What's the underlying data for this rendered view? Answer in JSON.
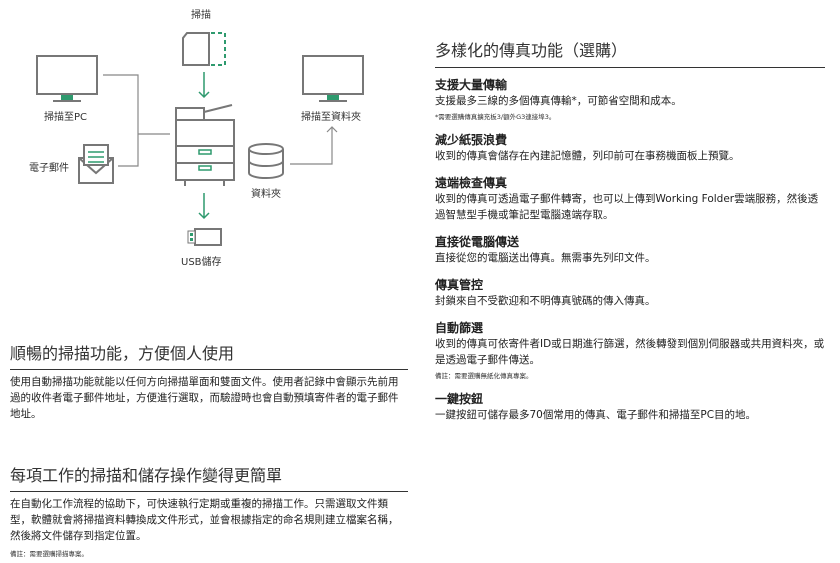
{
  "diagram": {
    "scan": "掃描",
    "scan_to_pc": "掃描至PC",
    "email": "電子郵件",
    "scan_to_folder": "掃描至資料夾",
    "folder": "資料夾",
    "usb": "USB儲存",
    "accent_color": "#2e9a6e"
  },
  "left_sections": [
    {
      "title": "順暢的掃描功能，方便個人使用",
      "body": "使用自動掃描功能就能以任何方向掃描單面和雙面文件。使用者記錄中會顯示先前用過的收件者電子郵件地址，方便進行選取，而驗證時也會自動預填寄件者的電子郵件地址。"
    },
    {
      "title": "每項工作的掃描和儲存操作變得更簡單",
      "body": "在自動化工作流程的協助下，可快速執行定期或重複的掃描工作。只需選取文件類型，軟體就會將掃描資料轉換成文件形式，並會根據指定的命名規則建立檔案名稱，然後將文件儲存到指定位置。",
      "note": "備註：需要選購掃描專案。"
    }
  ],
  "fax": {
    "title": "多樣化的傳真功能（選購）",
    "items": [
      {
        "heading": "支援大量傳輸",
        "body": "支援最多三線的多個傳真傳輸*，可節省空間和成本。",
        "note": "*需要選購傳真擴充板3/額外G3連接埠3。"
      },
      {
        "heading": "減少紙張浪費",
        "body": "收到的傳真會儲存在內建記憶體，列印前可在事務機面板上預覽。"
      },
      {
        "heading": "遠端檢查傳真",
        "body": "收到的傳真可透過電子郵件轉寄，也可以上傳到Working Folder雲端服務，然後透過智慧型手機或筆記型電腦遠端存取。"
      },
      {
        "heading": "直接從電腦傳送",
        "body": "直接從您的電腦送出傳真。無需事先列印文件。"
      },
      {
        "heading": "傳真管控",
        "body": "封鎖來自不受歡迎和不明傳真號碼的傳入傳真。"
      },
      {
        "heading": "自動篩選",
        "body": "收到的傳真可依寄件者ID或日期進行篩選，然後轉發到個別伺服器或共用資料夾，或是透過電子郵件傳送。",
        "note": "備註：需要選購無紙化傳真專案。"
      },
      {
        "heading": "一鍵按鈕",
        "body": "一鍵按鈕可儲存最多70個常用的傳真、電子郵件和掃描至PC目的地。"
      }
    ]
  }
}
